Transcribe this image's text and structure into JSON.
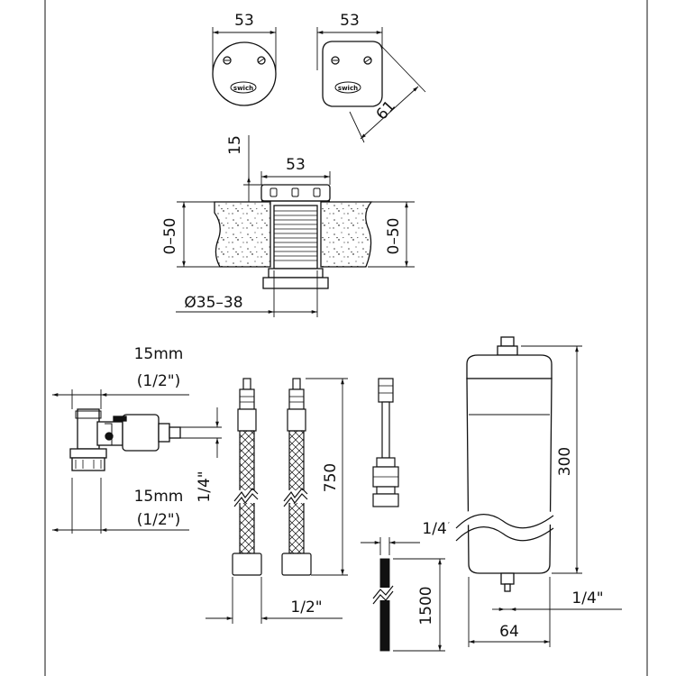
{
  "tap_front": {
    "width_label": "53",
    "brand": "swich"
  },
  "tap_angled": {
    "width_label": "53",
    "diag_label": "61",
    "brand": "swich"
  },
  "section": {
    "protrusion_label": "15",
    "cap_width_label": "53",
    "thickness_left_label": "0–50",
    "thickness_right_label": "0–50",
    "hole_label": "Ø35–38"
  },
  "valve": {
    "top_size": "15mm",
    "top_size_inch": "(1/2\")",
    "side_label": "1/4\"",
    "bottom_size": "15mm",
    "bottom_size_inch": "(1/2\")"
  },
  "hoses": {
    "length_label": "750",
    "fitting_label": "1/2\""
  },
  "tubing": {
    "size_label": "1/4\"",
    "length_label": "1500"
  },
  "filter": {
    "height_label": "300",
    "width_label": "64",
    "outlet_label": "1/4\""
  },
  "colors": {
    "ink": "#111111",
    "paper": "#ffffff",
    "speckle": "#444444"
  }
}
